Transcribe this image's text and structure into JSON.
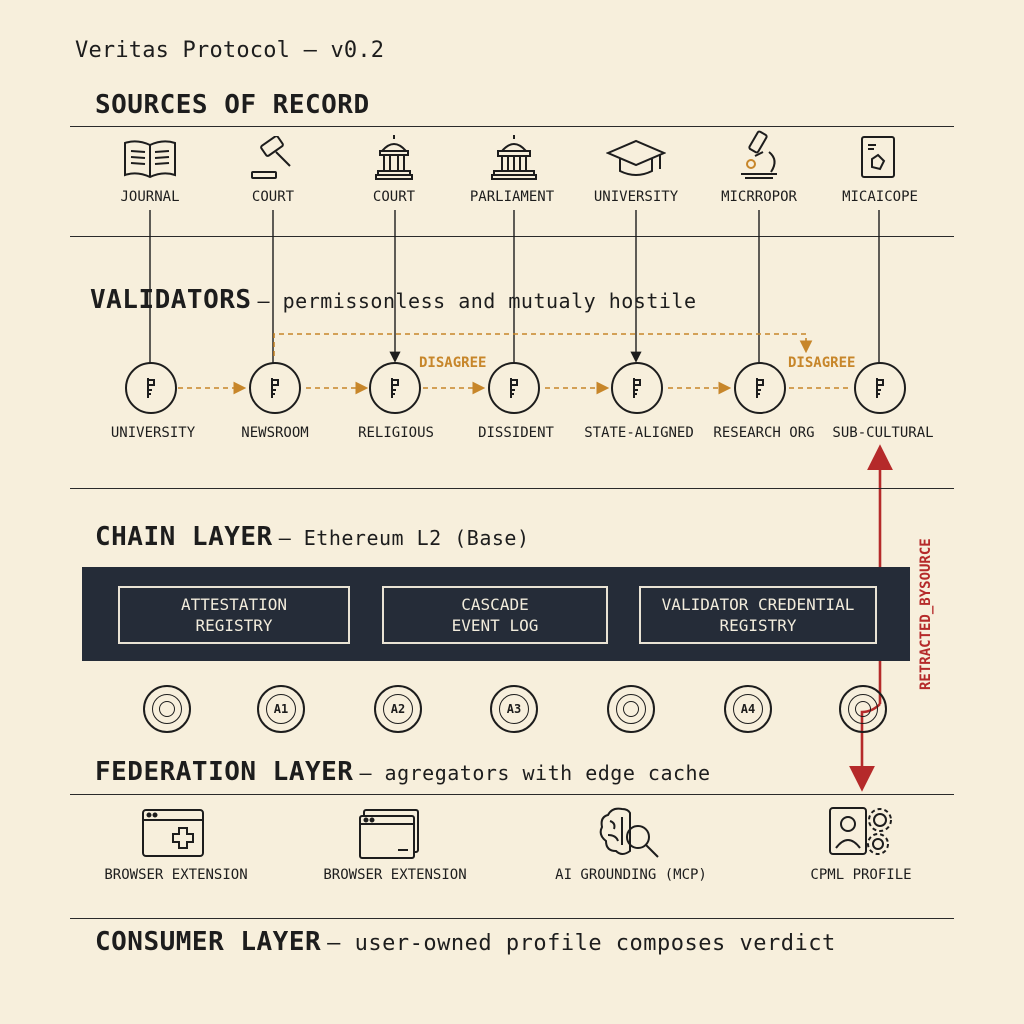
{
  "title": "Veritas Protocol — v0.2",
  "sources": {
    "heading": "SOURCES OF RECORD",
    "items": [
      {
        "label": "JOURNAL",
        "icon": "book-icon"
      },
      {
        "label": "COURT",
        "icon": "gavel-icon"
      },
      {
        "label": "COURT",
        "icon": "courthouse-icon"
      },
      {
        "label": "PARLIAMENT",
        "icon": "capitol-icon"
      },
      {
        "label": "UNIVERSITY",
        "icon": "graduation-cap-icon"
      },
      {
        "label": "MICRROPOR",
        "icon": "microscope-icon"
      },
      {
        "label": "MICAICOPE",
        "icon": "document-badge-icon"
      }
    ]
  },
  "validators": {
    "heading": "VALIDATORS",
    "subheading": "— permissonless and mutualy hostile",
    "nodes": [
      {
        "label": "UNIVERSITY",
        "icon": "key-icon"
      },
      {
        "label": "NEWSROOM",
        "icon": "key-icon"
      },
      {
        "label": "RELIGIOUS",
        "icon": "key-icon"
      },
      {
        "label": "DISSIDENT",
        "icon": "key-icon"
      },
      {
        "label": "STATE-ALIGNED",
        "icon": "key-icon"
      },
      {
        "label": "RESEARCH ORG",
        "icon": "key-icon"
      },
      {
        "label": "SUB-CULTURAL",
        "icon": "key-icon"
      }
    ],
    "disagree_labels": [
      "DISAGREE",
      "DISAGREE"
    ],
    "disagree_color": "#c7862a"
  },
  "chain": {
    "heading": "CHAIN LAYER",
    "subheading": "— Ethereum L2 (Base)",
    "boxes": [
      {
        "line1": "ATTESTATION",
        "line2": "REGISTRY"
      },
      {
        "line1": "CASCADE",
        "line2": "EVENT LOG"
      },
      {
        "line1": "VALIDATOR CREDENTIAL",
        "line2": "REGISTRY"
      }
    ],
    "band_color": "#252c38",
    "retract_label": "RETRACTED_BYSOURCE",
    "retract_color": "#b52a2a"
  },
  "aggregators": {
    "nodes": [
      {
        "label": ""
      },
      {
        "label": "A1"
      },
      {
        "label": "A2"
      },
      {
        "label": "A3"
      },
      {
        "label": ""
      },
      {
        "label": "A4"
      },
      {
        "label": ""
      }
    ]
  },
  "federation": {
    "heading": "FEDERATION LAYER",
    "subheading": "— agregators with edge cache",
    "items": [
      {
        "label": "BROWSER EXTENSION",
        "icon": "browser-plus-icon"
      },
      {
        "label": "BROWSER EXTENSION",
        "icon": "browser-windows-icon"
      },
      {
        "label": "AI GROUNDING (MCP)",
        "icon": "brain-search-icon"
      },
      {
        "label": "CPML PROFILE",
        "icon": "profile-gear-icon"
      }
    ]
  },
  "consumer": {
    "heading": "CONSUMER LAYER",
    "subheading": "— user-owned profile composes verdict"
  }
}
